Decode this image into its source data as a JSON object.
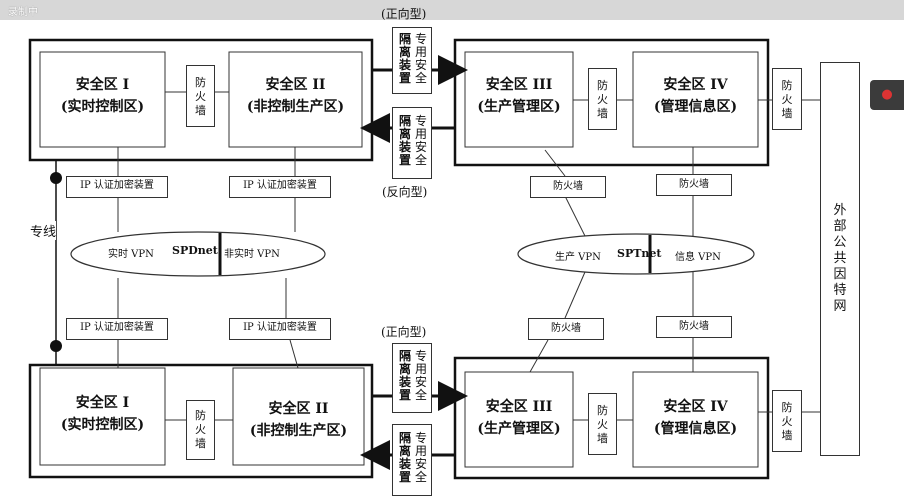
{
  "window": {
    "caption": "录制中",
    "side_button_icon": "record-icon"
  },
  "top_section": {
    "zone1": {
      "line1": "安全区 I",
      "line2": "(实时控制区)"
    },
    "zone2": {
      "line1": "安全区 II",
      "line2": "(非控制生产区)"
    },
    "zone3": {
      "line1": "安全区 III",
      "line2": "(生产管理区)"
    },
    "zone4": {
      "line1": "安全区 IV",
      "line2": "(管理信息区)"
    },
    "firewall_a": "防火墙",
    "firewall_b": "防火墙",
    "firewall_c": "防火墙",
    "forward_label": "(正向型)",
    "reverse_label": "(反向型)",
    "iso_col1": "隔离装置",
    "iso_col2": "专用安全"
  },
  "bottom_section": {
    "zone1": {
      "line1": "安全区 I",
      "line2": "(实时控制区)"
    },
    "zone2": {
      "line1": "安全区 II",
      "line2": "(非控制生产区)"
    },
    "zone3": {
      "line1": "安全区 III",
      "line2": "(生产管理区)"
    },
    "zone4": {
      "line1": "安全区 IV",
      "line2": "(管理信息区)"
    },
    "firewall_a": "防火墙",
    "firewall_b": "防火墙",
    "firewall_c": "防火墙",
    "forward_label": "(正向型)",
    "iso_col1": "隔离装置",
    "iso_col2": "专用安全"
  },
  "middle": {
    "ip_device_1": "IP 认证加密装置",
    "ip_device_2": "IP 认证加密装置",
    "ip_device_3": "IP 认证加密装置",
    "ip_device_4": "IP 认证加密装置",
    "dedicated_line": "专线",
    "spdnet_left": "实时 VPN",
    "spdnet_center": "SPDnet",
    "spdnet_right": "非实时 VPN",
    "sptnet_left": "生产 VPN",
    "sptnet_center": "SPTnet",
    "sptnet_right": "信息 VPN",
    "fw_upper_left": "防火墙",
    "fw_upper_right": "防火墙",
    "fw_lower_left": "防火墙",
    "fw_lower_right": "防火墙"
  },
  "external_network": "外部公共因特网"
}
